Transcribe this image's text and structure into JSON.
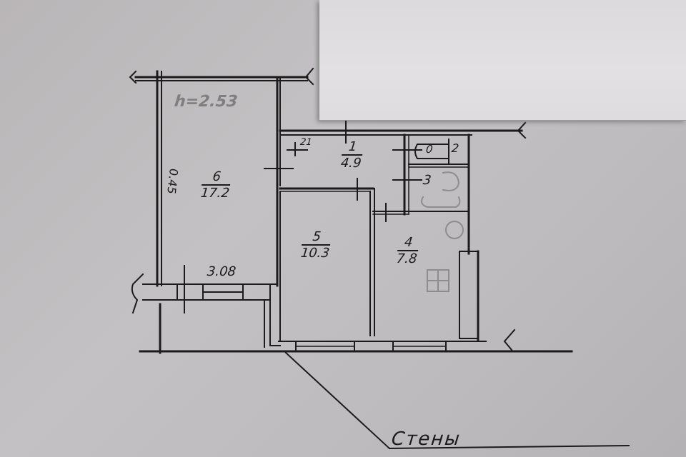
{
  "plan": {
    "ceiling_height": "h=2.53",
    "rooms": [
      {
        "id": "1",
        "area": "4.9",
        "type": "hallway"
      },
      {
        "id": "2",
        "area": "",
        "type": "toilet"
      },
      {
        "id": "3",
        "area": "",
        "type": "bathroom"
      },
      {
        "id": "4",
        "area": "7.8",
        "type": "kitchen"
      },
      {
        "id": "5",
        "area": "10.3",
        "type": "room"
      },
      {
        "id": "6",
        "area": "17.2",
        "type": "room"
      }
    ],
    "dimension_balcony": "3.08",
    "dimension_vertical": "0.45",
    "toilet_symbol": "0",
    "door_mark": "21",
    "annotation": "Стены",
    "colors": {
      "ink": "#1b1b1b",
      "paper_background": "#bdbbbd",
      "overlay_paper": "#e0dee0"
    }
  }
}
